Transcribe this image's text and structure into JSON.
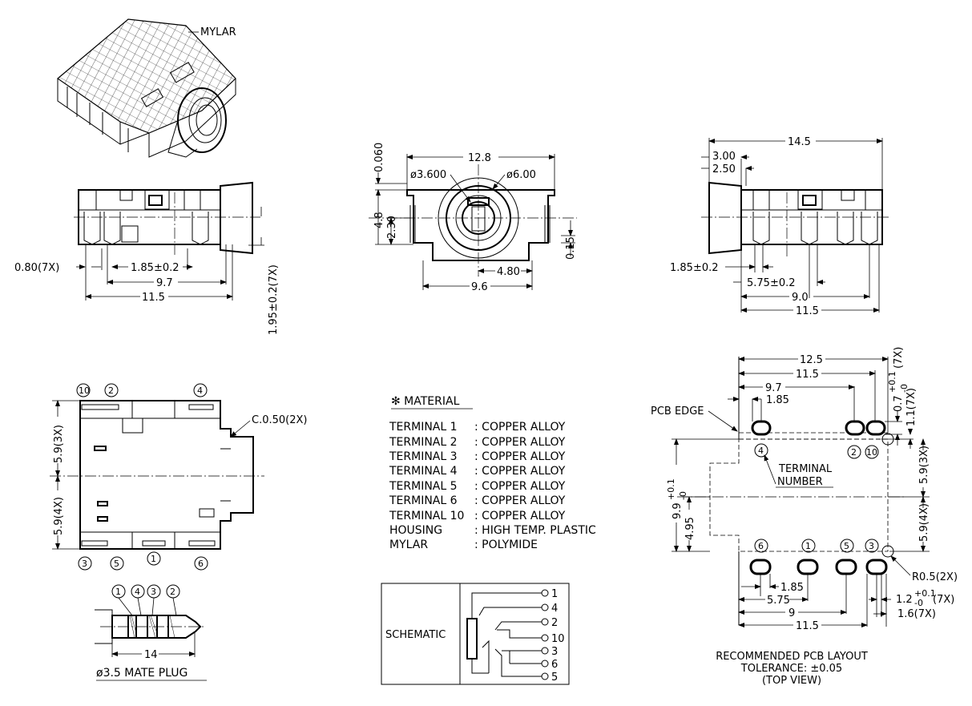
{
  "iso_view": {
    "mylar_label": "MYLAR"
  },
  "side_view_left": {
    "dims": {
      "d080": "0.80(7X)",
      "d185": "1.85±0.2",
      "d97": "9.7",
      "d115": "11.5",
      "d195": "1.95±0.2(7X)"
    }
  },
  "front_view": {
    "dims": {
      "d0060": "0.060",
      "d128": "12.8",
      "d3600": "ø3.600",
      "d600": "ø6.00",
      "d48": "4.8",
      "d230": "2.30",
      "d015": "0.15",
      "d480": "4.80",
      "d96": "9.6"
    }
  },
  "side_view_right": {
    "dims": {
      "d145": "14.5",
      "d300": "3.00",
      "d250": "2.50",
      "d185": "1.85±0.2",
      "d575": "5.75±0.2",
      "d90": "9.0",
      "d115": "11.5"
    }
  },
  "bottom_view": {
    "pins_top": [
      "10",
      "2",
      "4"
    ],
    "pins_bottom": [
      "3",
      "5",
      "1",
      "6"
    ],
    "dims": {
      "chamfer": "C.0.50(2X)",
      "d59_3x": "5.9(3X)",
      "d59_4x": "5.9(4X)"
    }
  },
  "plug": {
    "pins": [
      "1",
      "4",
      "3",
      "2"
    ],
    "dim_14": "14",
    "title": "ø3.5 MATE PLUG"
  },
  "material": {
    "heading": "✻ MATERIAL",
    "rows": [
      {
        "name": "TERMINAL  1",
        "value": ": COPPER  ALLOY"
      },
      {
        "name": "TERMINAL  2",
        "value": ": COPPER  ALLOY"
      },
      {
        "name": "TERMINAL  3",
        "value": ": COPPER  ALLOY"
      },
      {
        "name": "TERMINAL  4",
        "value": ": COPPER  ALLOY"
      },
      {
        "name": "TERMINAL  5",
        "value": ": COPPER  ALLOY"
      },
      {
        "name": "TERMINAL  6",
        "value": ": COPPER  ALLOY"
      },
      {
        "name": "TERMINAL  10",
        "value": ": COPPER  ALLOY"
      },
      {
        "name": "HOUSING",
        "value": ": HIGH  TEMP.  PLASTIC"
      },
      {
        "name": "MYLAR",
        "value": ": POLYMIDE"
      }
    ]
  },
  "schematic": {
    "label": "SCHEMATIC",
    "pins": [
      "1",
      "4",
      "2",
      "10",
      "3",
      "6",
      "5"
    ]
  },
  "pcb_layout": {
    "pcb_edge": "PCB  EDGE",
    "terminal_number_1": "TERMINAL",
    "terminal_number_2": "NUMBER",
    "pins_top": [
      "4",
      "2",
      "10"
    ],
    "pins_bottom": [
      "6",
      "1",
      "5",
      "3"
    ],
    "dims": {
      "d125": "12.5",
      "d115_top": "11.5",
      "d97": "9.7",
      "d185_top": "1.85",
      "d07": "0.7",
      "d07_tol_up": "+0.1",
      "d07_tol_dn": "-0",
      "d07_count": "(7X)",
      "d11": "1.1(7X)",
      "d59_3x": "5.9(3X)",
      "d59_4x": "5.9(4X)",
      "d99": "9.9",
      "d99_tol_up": "+0.1",
      "d99_tol_dn": "-0",
      "d495": "4.95",
      "r05": "R0.5(2X)",
      "d185_bot": "1.85",
      "d575": "5.75",
      "d9": "9",
      "d115_bot": "11.5",
      "d12": "1.2",
      "d12_tol_up": "+0.1",
      "d12_tol_dn": "-0",
      "d12_count": "(7X)",
      "d16": "1.6(7X)"
    },
    "caption_1": "RECOMMENDED  PCB  LAYOUT",
    "caption_2": "TOLERANCE: ±0.05",
    "caption_3": "(TOP  VIEW)"
  }
}
